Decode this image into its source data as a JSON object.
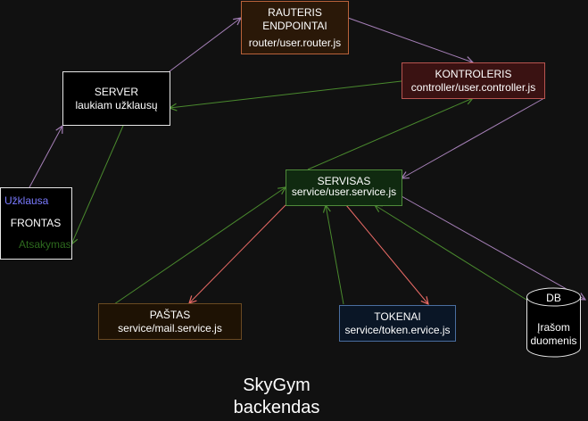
{
  "nodes": {
    "rauteris": {
      "line1": "RAUTERIS",
      "line2": "ENDPOINTAI",
      "line3": "router/user.router.js"
    },
    "server": {
      "line1": "SERVER",
      "line2": "laukiam užklausų"
    },
    "kontroleris": {
      "line1": "KONTROLERIS",
      "line2": "controller/user.controller.js"
    },
    "frontas": {
      "request": "Užklausa",
      "label": "FRONTAS",
      "response": "Atsakymas"
    },
    "servisas": {
      "line1": "SERVISAS",
      "line2": "service/user.service.js"
    },
    "pastas": {
      "line1": "PAŠTAS",
      "line2": "service/mail.service.js"
    },
    "tokenai": {
      "line1": "TOKENAI",
      "line2": "service/token.ervice.js"
    },
    "db": {
      "label": "DB",
      "line1": "Įrašom",
      "line2": "duomenis"
    }
  },
  "title": {
    "line1": "SkyGym",
    "line2": "backendas"
  },
  "colors": {
    "background": "#111111",
    "request_edge": "#a680b8",
    "response_edge": "#4a8a2e",
    "call_edge": "#ea6b66",
    "request_text": "#7a7aff",
    "response_text": "#2d6a1e"
  }
}
